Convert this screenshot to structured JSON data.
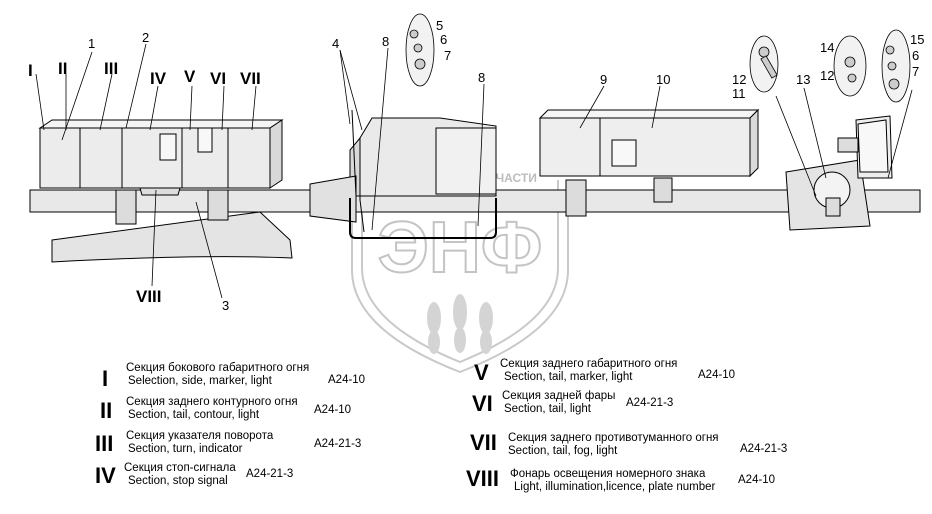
{
  "watermark": {
    "logo_text": "ЭНФ",
    "ring_text": "ТЕХНИКА И ЗАПЧАСТИ",
    "color": "#c9c9c9"
  },
  "callouts": {
    "c1": "1",
    "c2": "2",
    "c3": "3",
    "c4": "4",
    "c5": "5",
    "c6a": "6",
    "c6b": "6",
    "c7a": "7",
    "c7b": "7",
    "c8a": "8",
    "c8b": "8",
    "c9": "9",
    "c10": "10",
    "c11": "11",
    "c12a": "12",
    "c12b": "12",
    "c13": "13",
    "c14": "14",
    "c15": "15"
  },
  "section_tags": {
    "I": "I",
    "II": "II",
    "III": "III",
    "IV": "IV",
    "V": "V",
    "VI": "VI",
    "VII": "VII",
    "VIII": "VIII"
  },
  "legend": [
    {
      "roman": "I",
      "ru": "Секция бокового габаритного огня",
      "en": "Selection, side, marker, light",
      "code": "A24-10"
    },
    {
      "roman": "II",
      "ru": "Секция заднего контурного огня",
      "en": "Section, tail, contour, light",
      "code": "A24-10"
    },
    {
      "roman": "III",
      "ru": "Секция указателя поворота",
      "en": "Section, turn, indicator",
      "code": "A24-21-3"
    },
    {
      "roman": "IV",
      "ru": "Секция стоп-сигнала",
      "en": "Section, stop signal",
      "code": "A24-21-3"
    },
    {
      "roman": "V",
      "ru": "Секция заднего габаритного огня",
      "en": "Section, tail, marker, light",
      "code": "A24-10"
    },
    {
      "roman": "VI",
      "ru": "Секция задней фары",
      "en": "Section, tail, light",
      "code": "A24-21-3"
    },
    {
      "roman": "VII",
      "ru": "Секция заднего противотуманного огня",
      "en": "Section, tail, fog, light",
      "code": "A24-21-3"
    },
    {
      "roman": "VIII",
      "ru": "Фонарь освещения номерного знака",
      "en": "Light, illumination,licence, plate number",
      "code": "A24-10"
    }
  ]
}
